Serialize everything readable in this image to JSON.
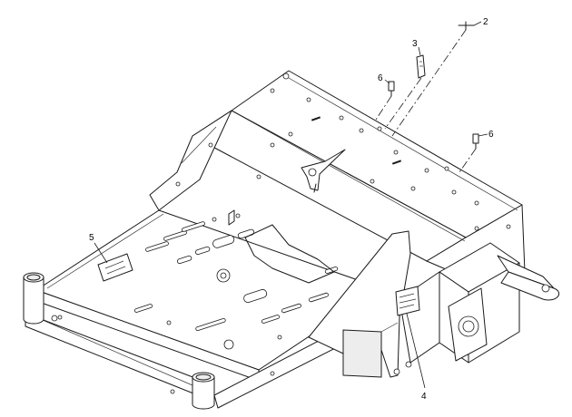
{
  "callouts": {
    "part_2": "2",
    "part_3": "3",
    "part_4": "4",
    "part_5": "5",
    "part_6": "6"
  },
  "colors": {
    "line": "#1a1a1a",
    "background": "#ffffff",
    "shade": "#ededed"
  }
}
